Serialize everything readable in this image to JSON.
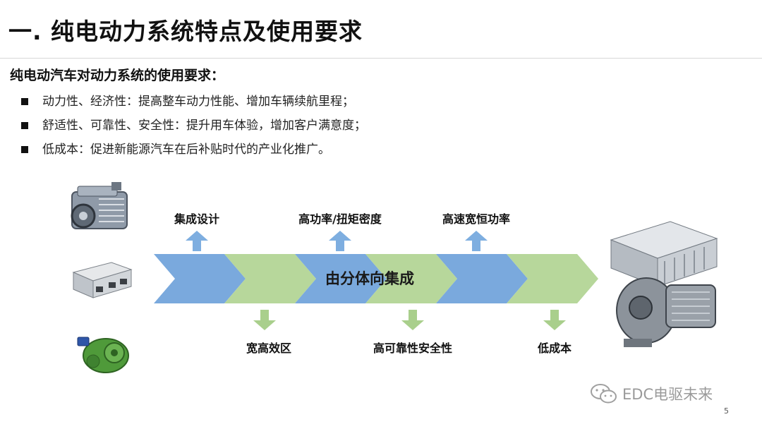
{
  "slide": {
    "title": "一. 纯电动力系统特点及使用要求",
    "subtitle": "纯电动汽车对动力系统的使用要求：",
    "bullets": [
      "动力性、经济性：提高整车动力性能、增加车辆续航里程；",
      "舒适性、可靠性、安全性：提升用车体验，增加客户满意度；",
      "低成本：促进新能源汽车在后补贴时代的产业化推广。"
    ],
    "page_number": "5"
  },
  "diagram": {
    "center_label": "由分体向集成",
    "top_labels": [
      "集成设计",
      "高功率/扭矩密度",
      "高速宽恒功率"
    ],
    "bottom_labels": [
      "宽高效区",
      "高可靠性安全性",
      "低成本"
    ],
    "colors": {
      "blue": "#7aa9dd",
      "green": "#b7d79b",
      "blue_arrow": "#7eaee0",
      "green_arrow": "#a9cf8c"
    }
  },
  "watermark": {
    "text": "EDC电驱未来",
    "icon": "wechat-icon"
  }
}
